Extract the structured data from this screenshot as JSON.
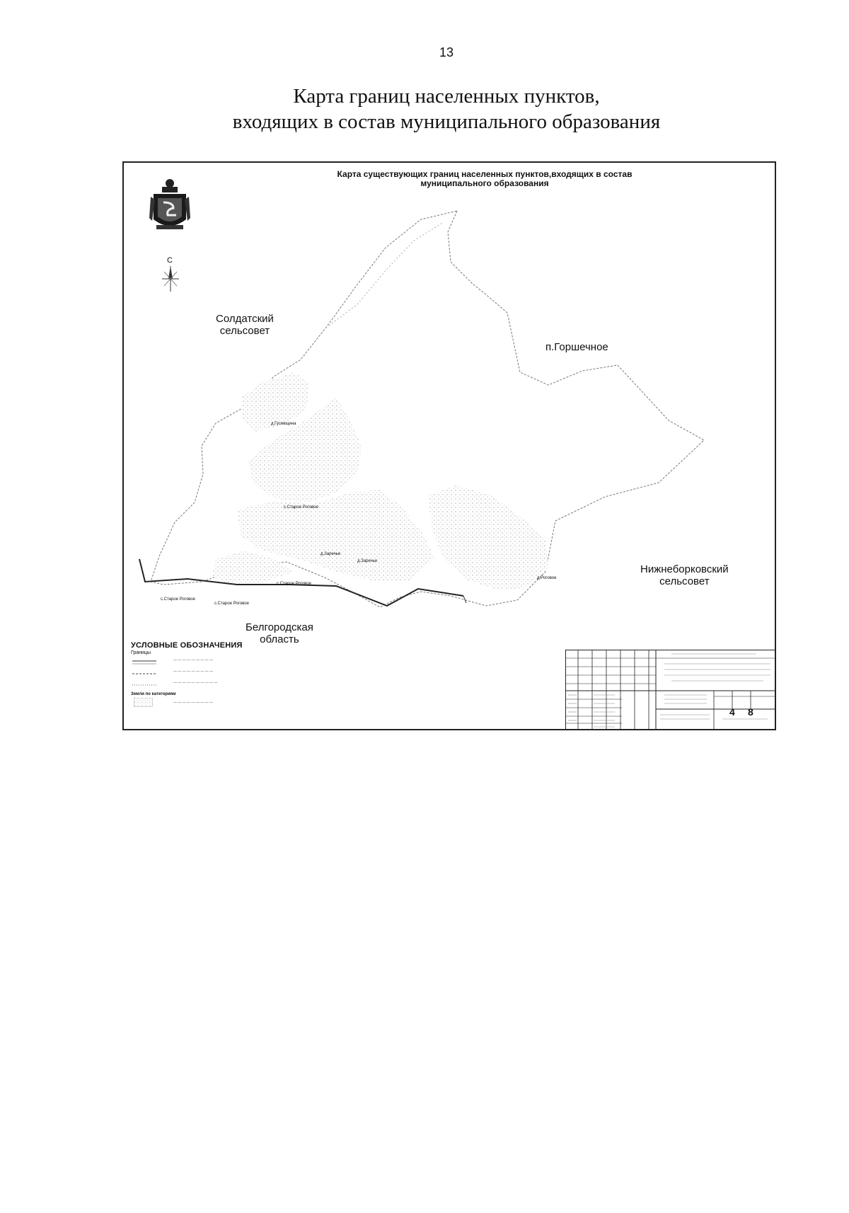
{
  "page": {
    "number": "13"
  },
  "document": {
    "title_line1": "Карта границ населенных пунктов,",
    "title_line2": "входящих в состав муниципального образования"
  },
  "map": {
    "title_line1": "Карта существующих границ населенных пунктов,входящих в состав",
    "title_line2": "муниципального образования",
    "compass_letter": "С",
    "labels": {
      "soldatsky_line1": "Солдатский",
      "soldatsky_line2": "сельсовет",
      "gorshechnoe": "п.Горшечное",
      "nizhneborkovsky_line1": "Нижнеборковский",
      "nizhneborkovsky_line2": "сельсовет",
      "belgorod_line1": "Белгородская",
      "belgorod_line2": "область"
    },
    "settlements": [
      "д.Гусевщина",
      "с.Старое Роговое",
      "д.Заречье",
      "д.Заречье",
      "с.Старое Роговое",
      "д.Роговое",
      "с.Старое Роговое",
      "с.Старое Роговое"
    ],
    "legend": {
      "title": "УСЛОВНЫЕ ОБОЗНАЧЕНИЯ",
      "section_borders": "Границы",
      "section_lands": "Земли по категориям"
    },
    "stamp": {
      "sheet": "4",
      "sheets": "8"
    }
  }
}
